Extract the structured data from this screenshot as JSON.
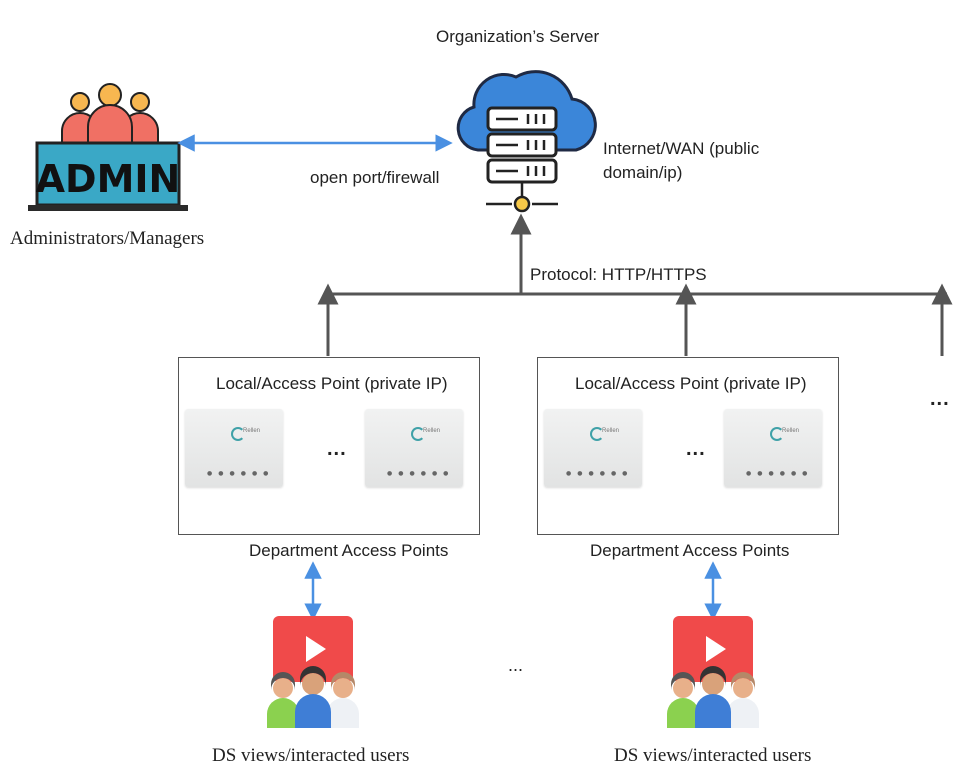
{
  "server": {
    "title": "Organization’s Server",
    "network_label_line1": "Internet/WAN (public",
    "network_label_line2": "domain/ip)",
    "icon": "cloud-server-icon"
  },
  "admin": {
    "badge_text": "ADMIN",
    "caption": "Administrators/Managers",
    "icon": "admin-group-icon"
  },
  "link_admin_server": {
    "label": "open port/firewall"
  },
  "protocol": {
    "label": "Protocol: HTTP/HTTPS"
  },
  "access_points": [
    {
      "title": "Local/Access Point (private IP)",
      "caption": "Department Access Points",
      "separator": "..."
    },
    {
      "title": "Local/Access Point (private IP)",
      "caption": "Department Access Points",
      "separator": "..."
    }
  ],
  "more_branches": "...",
  "user_groups": [
    {
      "caption": "DS views/interacted users",
      "icon": "video-play-users-icon"
    },
    {
      "caption": "DS views/interacted users",
      "icon": "video-play-users-icon"
    }
  ],
  "more_user_groups": "...",
  "colors": {
    "arrow_blue": "#4a90e2",
    "line_gray": "#555555",
    "cloud_blue": "#3b86d9",
    "admin_badge": "#39a9c4",
    "admin_people": "#f07064",
    "play_red": "#f04a4a"
  }
}
